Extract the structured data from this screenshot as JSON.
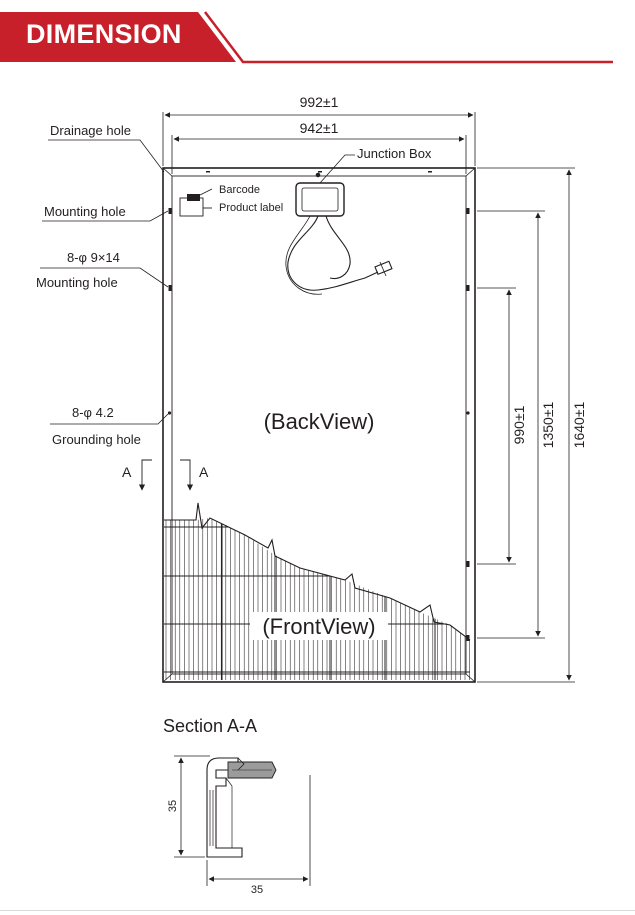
{
  "header": {
    "title": "DIMENSION",
    "accent_color": "#c8202a"
  },
  "drawing": {
    "width_overall": "992±1",
    "width_inner": "942±1",
    "height_overall": "1640±1",
    "height_mount_1350": "1350±1",
    "height_mount_990": "990±1",
    "labels": {
      "drainage_hole": "Drainage hole",
      "mounting_hole_1": "Mounting hole",
      "mounting_spec": "8-φ 9×14",
      "mounting_hole_2": "Mounting hole",
      "grounding_spec": "8-φ 4.2",
      "grounding_hole": "Grounding hole",
      "junction_box": "Junction Box",
      "barcode": "Barcode",
      "product_label": "Product  label",
      "back_view": "(BackView)",
      "front_view": "(FrontView)",
      "section_marker_left": "A",
      "section_marker_right": "A"
    }
  },
  "section": {
    "title": "Section A-A",
    "height_dim": "35",
    "width_dim": "35"
  }
}
